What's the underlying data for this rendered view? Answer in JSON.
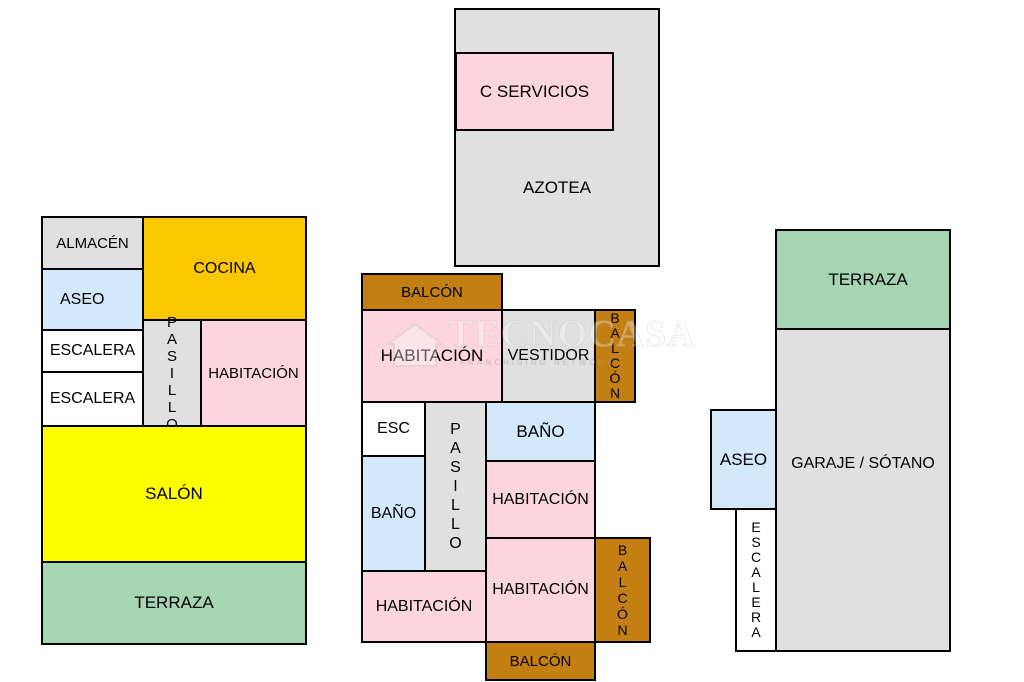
{
  "colors": {
    "grey": "#e0e0e0",
    "white": "#ffffff",
    "light_blue": "#d4e8fb",
    "pink": "#fcd5df",
    "orange": "#fbc700",
    "yellow": "#fdfd00",
    "green": "#a6d6b1",
    "brown": "#c47f13",
    "border": "#000000"
  },
  "watermark": {
    "brand": "TECNOCASA",
    "tagline": "FRANCHISING NETWORK"
  },
  "plans": {
    "planta_baja": {
      "almacen": "ALMACÉN",
      "cocina": "COCINA",
      "aseo": "ASEO",
      "escalera_1": "ESCALERA",
      "escalera_2": "ESCALERA",
      "pasillo": [
        "P",
        "A",
        "S",
        "I",
        "L",
        "L",
        "O"
      ],
      "habitacion": "HABITACIÓN",
      "salon": "SALÓN",
      "terraza": "TERRAZA"
    },
    "planta_primera": {
      "balcon_top": "BALCÓN",
      "habitacion_1": "HABITACIÓN",
      "vestidor": "VESTIDOR",
      "balcon_right_top": [
        "B",
        "A",
        "L",
        "C",
        "Ó",
        "N"
      ],
      "esc": "ESC",
      "pasillo": [
        "P",
        "A",
        "S",
        "I",
        "L",
        "L",
        "O"
      ],
      "bano_1": "BAÑO",
      "bano_2": "BAÑO",
      "habitacion_2": "HABITACIÓN",
      "habitacion_3": "HABITACIÓN",
      "habitacion_4": "HABITACIÓN",
      "balcon_right_bottom": [
        "B",
        "A",
        "L",
        "C",
        "Ó",
        "N"
      ],
      "balcon_bottom": "BALCÓN"
    },
    "azotea": {
      "azotea": "AZOTEA",
      "c_servicios": "C SERVICIOS"
    },
    "sotano": {
      "terraza": "TERRAZA",
      "garaje": "GARAJE / SÓTANO",
      "aseo": "ASEO",
      "escalera": [
        "E",
        "S",
        "C",
        "A",
        "L",
        "E",
        "R",
        "A"
      ]
    }
  }
}
